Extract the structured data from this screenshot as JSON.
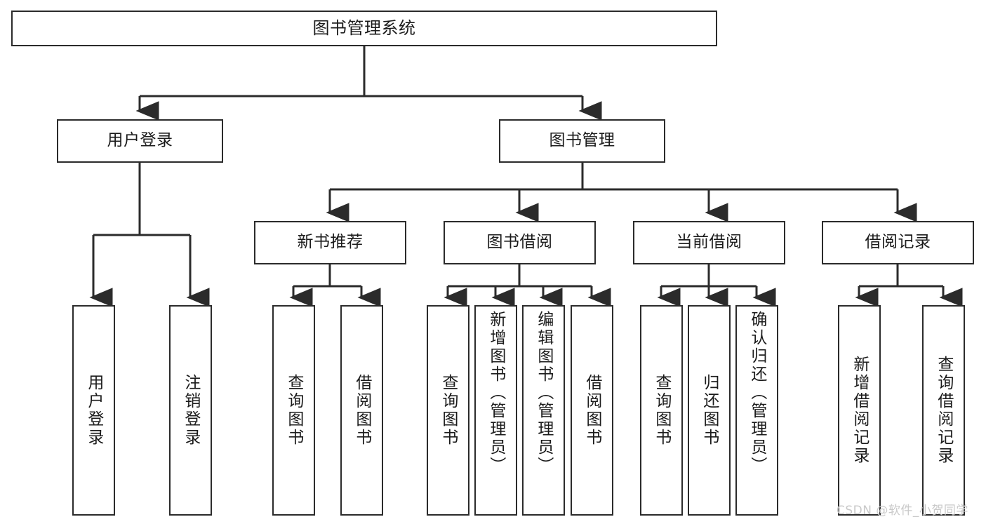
{
  "diagram": {
    "title": "图书管理系统",
    "root": {
      "label": "图书管理系统"
    },
    "level1": [
      {
        "label": "用户登录"
      },
      {
        "label": "图书管理"
      }
    ],
    "level2": [
      {
        "label": "新书推荐"
      },
      {
        "label": "图书借阅"
      },
      {
        "label": "当前借阅"
      },
      {
        "label": "借阅记录"
      }
    ],
    "leaves": {
      "user_login": [
        {
          "label": "用户登录"
        },
        {
          "label": "注销登录"
        }
      ],
      "new_book_recommend": [
        {
          "label": "查询图书"
        },
        {
          "label": "借阅图书"
        }
      ],
      "book_borrow": [
        {
          "label": "查询图书"
        },
        {
          "label": "新增图书（管理员）"
        },
        {
          "label": "编辑图书（管理员）"
        },
        {
          "label": "借阅图书"
        }
      ],
      "current_borrow": [
        {
          "label": "查询图书"
        },
        {
          "label": "归还图书"
        },
        {
          "label": "确认归还（管理员）"
        }
      ],
      "borrow_record": [
        {
          "label": "新增借阅记录"
        },
        {
          "label": "查询借阅记录"
        }
      ]
    }
  },
  "watermark": {
    "text": "CSDN @软件_小贺同学"
  },
  "colors": {
    "stroke": "#2b2b2b",
    "background": "#ffffff",
    "text": "#1b1b1b",
    "watermark": "#c9c9c9"
  }
}
